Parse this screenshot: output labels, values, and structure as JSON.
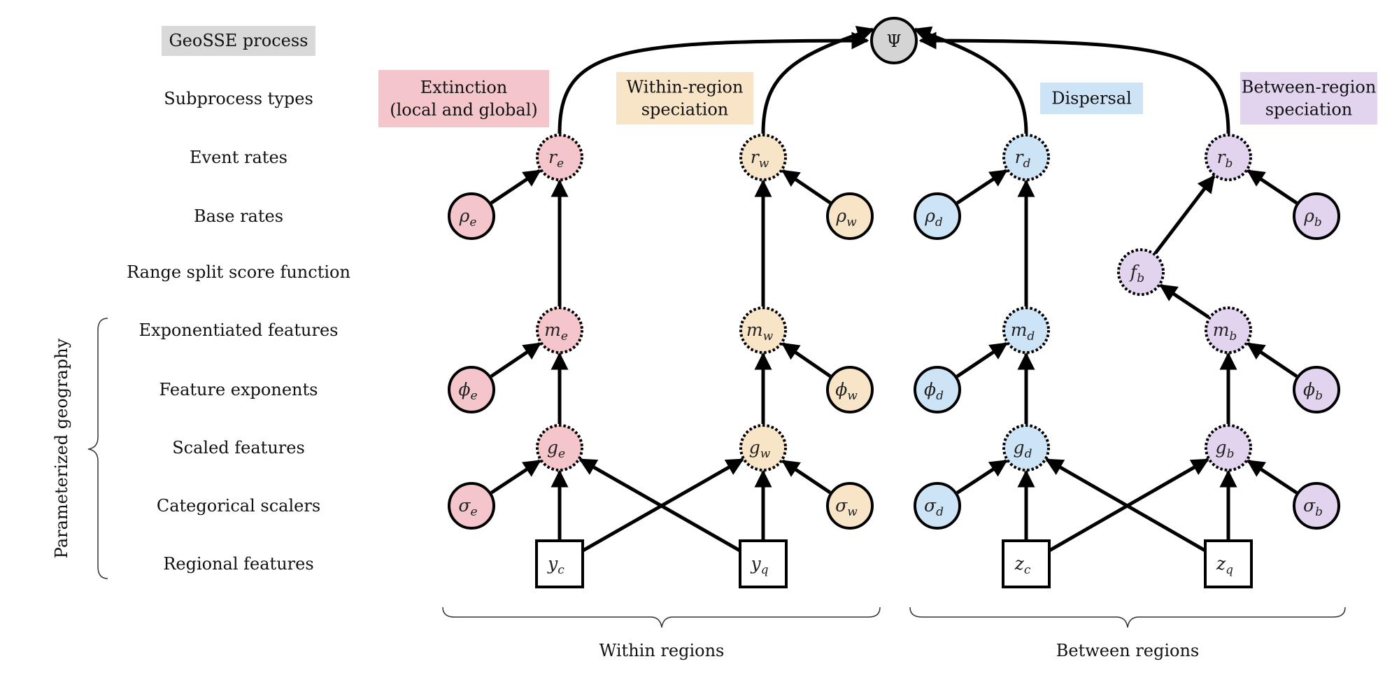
{
  "row_labels": [
    "GeoSSE process",
    "Subprocess types",
    "Event rates",
    "Base rates",
    "Range split score function",
    "Exponentiated features",
    "Feature exponents",
    "Scaled features",
    "Categorical scalers",
    "Regional features"
  ],
  "bracket_label": "Parameterized geography",
  "top_node": {
    "id": "psi",
    "sym": "Ψ",
    "color": "#d4d4d4"
  },
  "subprocesses": [
    {
      "lines": [
        "Extinction",
        "(local and global)"
      ],
      "color": "#f4c6cb"
    },
    {
      "lines": [
        "Within-region",
        "speciation"
      ],
      "color": "#f8e4c6"
    },
    {
      "lines": [
        "Dispersal"
      ],
      "color": "#cde3f6"
    },
    {
      "lines": [
        "Between-region",
        "speciation"
      ],
      "color": "#e2d4ef"
    }
  ],
  "group_labels": [
    "Within regions",
    "Between regions"
  ],
  "colors": {
    "extinction": "#f4c6cb",
    "within": "#f8e4c6",
    "dispersal": "#cde3f6",
    "between": "#e2d4ef",
    "geosse": "#d9d9d9"
  },
  "nodes": [
    {
      "id": "r_e",
      "sym": "r",
      "sub": "e",
      "kind": "deterministic",
      "group": "extinction"
    },
    {
      "id": "rho_e",
      "sym": "ρ",
      "sub": "e",
      "kind": "stochastic",
      "group": "extinction"
    },
    {
      "id": "m_e",
      "sym": "m",
      "sub": "e",
      "kind": "deterministic",
      "group": "extinction"
    },
    {
      "id": "phi_e",
      "sym": "ϕ",
      "sub": "e",
      "kind": "stochastic",
      "group": "extinction"
    },
    {
      "id": "g_e",
      "sym": "g",
      "sub": "e",
      "kind": "deterministic",
      "group": "extinction"
    },
    {
      "id": "sigma_e",
      "sym": "σ",
      "sub": "e",
      "kind": "stochastic",
      "group": "extinction"
    },
    {
      "id": "r_w",
      "sym": "r",
      "sub": "w",
      "kind": "deterministic",
      "group": "within"
    },
    {
      "id": "rho_w",
      "sym": "ρ",
      "sub": "w",
      "kind": "stochastic",
      "group": "within"
    },
    {
      "id": "m_w",
      "sym": "m",
      "sub": "w",
      "kind": "deterministic",
      "group": "within"
    },
    {
      "id": "phi_w",
      "sym": "ϕ",
      "sub": "w",
      "kind": "stochastic",
      "group": "within"
    },
    {
      "id": "g_w",
      "sym": "g",
      "sub": "w",
      "kind": "deterministic",
      "group": "within"
    },
    {
      "id": "sigma_w",
      "sym": "σ",
      "sub": "w",
      "kind": "stochastic",
      "group": "within"
    },
    {
      "id": "r_d",
      "sym": "r",
      "sub": "d",
      "kind": "deterministic",
      "group": "dispersal"
    },
    {
      "id": "rho_d",
      "sym": "ρ",
      "sub": "d",
      "kind": "stochastic",
      "group": "dispersal"
    },
    {
      "id": "m_d",
      "sym": "m",
      "sub": "d",
      "kind": "deterministic",
      "group": "dispersal"
    },
    {
      "id": "phi_d",
      "sym": "ϕ",
      "sub": "d",
      "kind": "stochastic",
      "group": "dispersal"
    },
    {
      "id": "g_d",
      "sym": "g",
      "sub": "d",
      "kind": "deterministic",
      "group": "dispersal"
    },
    {
      "id": "sigma_d",
      "sym": "σ",
      "sub": "d",
      "kind": "stochastic",
      "group": "dispersal"
    },
    {
      "id": "r_b",
      "sym": "r",
      "sub": "b",
      "kind": "deterministic",
      "group": "between"
    },
    {
      "id": "rho_b",
      "sym": "ρ",
      "sub": "b",
      "kind": "stochastic",
      "group": "between"
    },
    {
      "id": "f_b",
      "sym": "f",
      "sub": "b",
      "kind": "deterministic",
      "group": "between"
    },
    {
      "id": "m_b",
      "sym": "m",
      "sub": "b",
      "kind": "deterministic",
      "group": "between"
    },
    {
      "id": "phi_b",
      "sym": "ϕ",
      "sub": "b",
      "kind": "stochastic",
      "group": "between"
    },
    {
      "id": "g_b",
      "sym": "g",
      "sub": "b",
      "kind": "deterministic",
      "group": "between"
    },
    {
      "id": "sigma_b",
      "sym": "σ",
      "sub": "b",
      "kind": "stochastic",
      "group": "between"
    },
    {
      "id": "y_c",
      "sym": "y",
      "sub": "c",
      "kind": "data"
    },
    {
      "id": "y_q",
      "sym": "y",
      "sub": "q",
      "kind": "data"
    },
    {
      "id": "z_c",
      "sym": "z",
      "sub": "c",
      "kind": "data"
    },
    {
      "id": "z_q",
      "sym": "z",
      "sub": "q",
      "kind": "data"
    }
  ],
  "edges": [
    [
      "rho_e",
      "r_e"
    ],
    [
      "m_e",
      "r_e"
    ],
    [
      "phi_e",
      "m_e"
    ],
    [
      "g_e",
      "m_e"
    ],
    [
      "sigma_e",
      "g_e"
    ],
    [
      "y_c",
      "g_e"
    ],
    [
      "y_q",
      "g_e"
    ],
    [
      "rho_w",
      "r_w"
    ],
    [
      "m_w",
      "r_w"
    ],
    [
      "phi_w",
      "m_w"
    ],
    [
      "g_w",
      "m_w"
    ],
    [
      "sigma_w",
      "g_w"
    ],
    [
      "y_q",
      "g_w"
    ],
    [
      "y_c",
      "g_w"
    ],
    [
      "rho_d",
      "r_d"
    ],
    [
      "m_d",
      "r_d"
    ],
    [
      "phi_d",
      "m_d"
    ],
    [
      "g_d",
      "m_d"
    ],
    [
      "sigma_d",
      "g_d"
    ],
    [
      "z_c",
      "g_d"
    ],
    [
      "z_q",
      "g_d"
    ],
    [
      "rho_b",
      "r_b"
    ],
    [
      "f_b",
      "r_b"
    ],
    [
      "m_b",
      "f_b"
    ],
    [
      "phi_b",
      "m_b"
    ],
    [
      "g_b",
      "m_b"
    ],
    [
      "sigma_b",
      "g_b"
    ],
    [
      "z_q",
      "g_b"
    ],
    [
      "z_c",
      "g_b"
    ]
  ],
  "psi_inputs": [
    "r_e",
    "r_w",
    "r_d",
    "r_b"
  ]
}
